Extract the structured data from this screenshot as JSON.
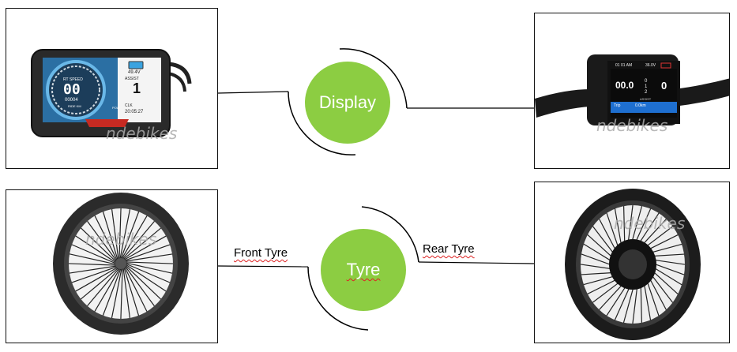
{
  "center": {
    "display_label": "Display",
    "tyre_label": "Tyre"
  },
  "labels": {
    "front_tyre": "Front Tyre",
    "rear_tyre": "Rear Tyre"
  },
  "watermark": "ndebikes",
  "display_left": {
    "speed_title": "RT SPEED",
    "speed_value": "00",
    "odo": "00004",
    "odo_label": "RIDE KM",
    "voltage": "49.4V",
    "assist_label": "ASSIST",
    "assist_value": "1",
    "clock_label": "CLK",
    "clock_value": "20:05:27",
    "pow_label": "POW"
  },
  "display_right": {
    "time": "01 01 AM",
    "voltage": "36.0V",
    "speed_value": "00.0",
    "assist_levels": [
      "0",
      "1",
      "2"
    ],
    "power_value": "0",
    "assist_label": "ASSIST",
    "trip_label": "Trip",
    "trip_value": "0.0km"
  },
  "colors": {
    "accent_green": "#8ccd42",
    "screen_blue": "#1e6fd0"
  }
}
